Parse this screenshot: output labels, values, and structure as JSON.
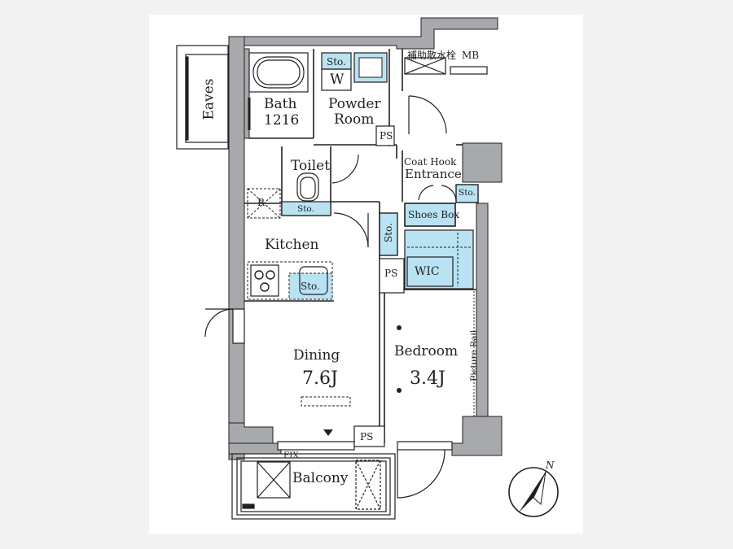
{
  "colors": {
    "wall": "#a7a9ac",
    "wall_stroke": "#231f20",
    "storage": "#b9e3f2",
    "paper": "#ffffff",
    "background": "#f2f2f2"
  },
  "rooms": {
    "bath": "Bath",
    "bath_size": "1216",
    "powder_room_1": "Powder",
    "powder_room_2": "Room",
    "toilet": "Toilet",
    "coat_hook": "Coat Hook",
    "entrance": "Entrance",
    "shoes_box": "Shoes Box",
    "kitchen": "Kitchen",
    "fridge": "R",
    "wic": "WIC",
    "dining": "Dining",
    "dining_size": "7.6J",
    "bedroom": "Bedroom",
    "bedroom_size": "3.4J",
    "picture_rail": "Picture Rail",
    "balcony": "Balcony",
    "fix": "FIX",
    "eaves": "Eaves",
    "washer": "W",
    "mb": "MB",
    "hydrant": "補助散水栓"
  },
  "storage_labels": {
    "powder": "Sto.",
    "toilet": "Sto.",
    "hall": "Sto.",
    "entrance": "Sto.",
    "kitchen": "Sto."
  },
  "pipe_spaces": {
    "powder": "PS",
    "hall": "PS",
    "balcony": "PS"
  },
  "compass": {
    "north": "N"
  }
}
